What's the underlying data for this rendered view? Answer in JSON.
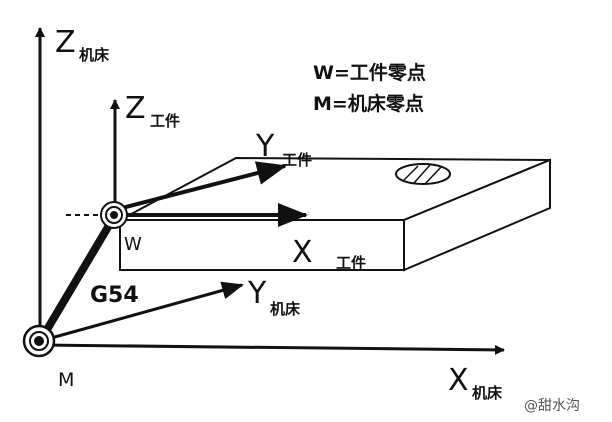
{
  "legend": {
    "line1": "W=工件零点",
    "line2": "M=机床零点"
  },
  "axes": {
    "z_machine": {
      "letter": "Z",
      "sub": "机床"
    },
    "z_work": {
      "letter": "Z",
      "sub": "工件"
    },
    "y_work": {
      "letter": "Y",
      "sub": "工件"
    },
    "x_work": {
      "letter": "X",
      "sub": "工件"
    },
    "y_machine": {
      "letter": "Y",
      "sub": "机床"
    },
    "x_machine": {
      "letter": "X",
      "sub": "机床"
    }
  },
  "points": {
    "w_label": "W",
    "m_label": "M"
  },
  "offset_label": "G54",
  "watermark": "@甜水沟",
  "colors": {
    "line": "#111111",
    "fill": "#ffffff",
    "watermark": "#555555"
  }
}
